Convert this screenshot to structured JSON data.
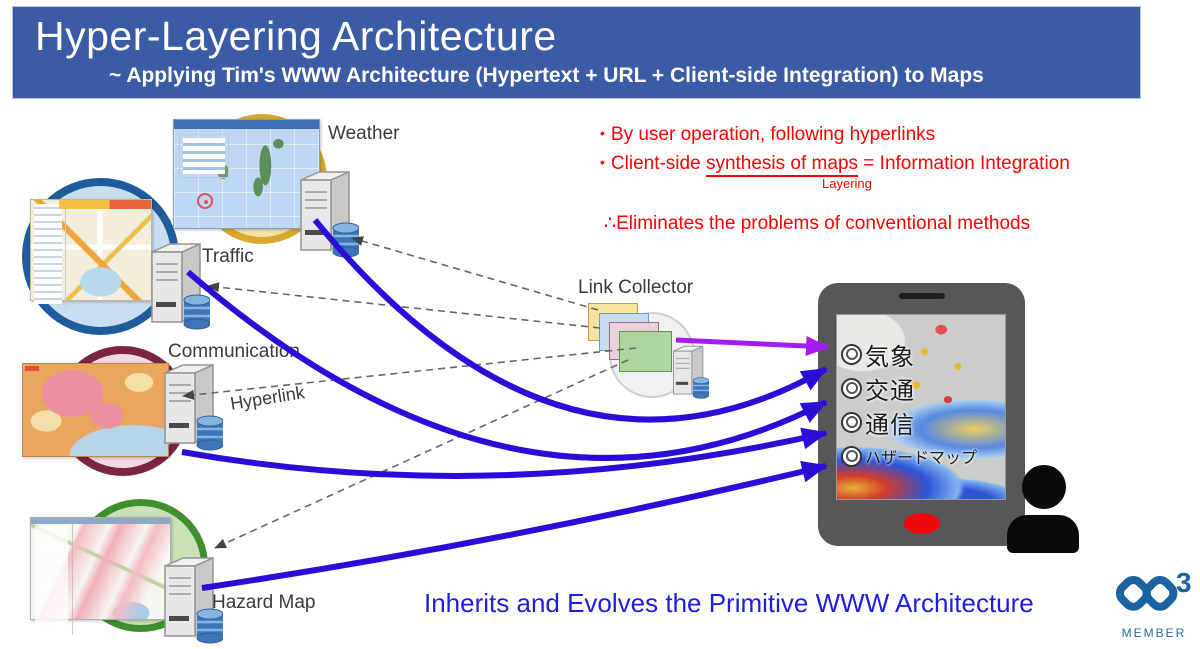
{
  "header": {
    "title": "Hyper-Layering Architecture",
    "subtitle": "~ Applying Tim's WWW Architecture (Hypertext + URL + Client-side Integration) to Maps"
  },
  "bullets": {
    "marker": "•",
    "line1": "By user operation, following hyperlinks",
    "line2_pre": "Client-side ",
    "line2_underlined": "synthesis of maps",
    "line2_post": " = Information Integration",
    "layering_note": "Layering",
    "conclusion": "∴Eliminates the problems of conventional methods"
  },
  "sources": [
    {
      "label": "Weather"
    },
    {
      "label": "Traffic"
    },
    {
      "label": "Communication"
    },
    {
      "label": "Hazard Map"
    }
  ],
  "hyperlink_label": "Hyperlink",
  "collector": {
    "label": "Link Collector"
  },
  "phone": {
    "items": [
      {
        "label": "気象"
      },
      {
        "label": "交通"
      },
      {
        "label": "通信"
      },
      {
        "label": "ハザードマップ"
      }
    ]
  },
  "footer": {
    "text": "Inherits and Evolves the Primitive WWW Architecture"
  },
  "logo": {
    "mark_digit": "3",
    "member": "MEMBER"
  },
  "colors": {
    "header_blue": "#3B5BA4",
    "accent_red": "#FF0000",
    "footer_blue": "#1D1DE0",
    "arrow_blue": "#2A0ED8",
    "arrow_purple": "#A51CF0",
    "weather_ring": "#D7A92E",
    "traffic_ring": "#1E5C9B",
    "communication_ring": "#7C2443",
    "hazard_ring": "#3F8F2F",
    "w3_logo_blue": "#1B629E"
  }
}
